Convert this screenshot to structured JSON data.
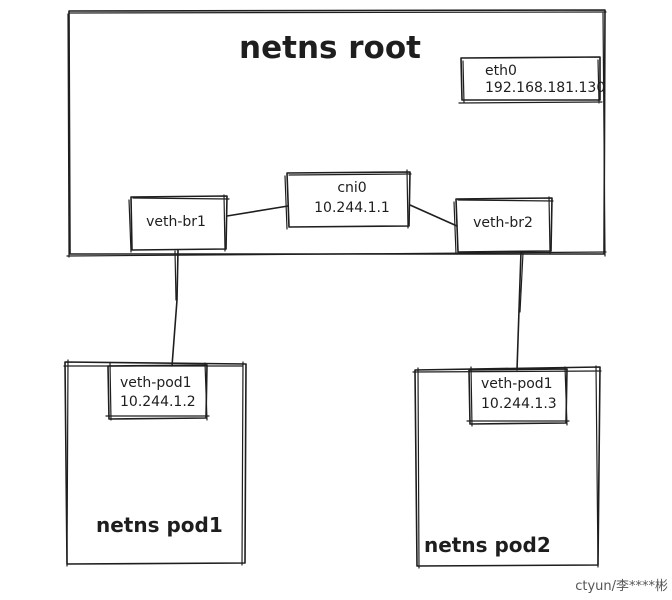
{
  "root_namespace": {
    "title": "netns root",
    "eth0": {
      "name": "eth0",
      "ip": "192.168.181.130"
    },
    "cni0": {
      "name": "cni0",
      "ip": "10.244.1.1"
    },
    "veth_br1": {
      "name": "veth-br1"
    },
    "veth_br2": {
      "name": "veth-br2"
    }
  },
  "pod1": {
    "title": "netns pod1",
    "veth": {
      "name": "veth-pod1",
      "ip": "10.244.1.2"
    }
  },
  "pod2": {
    "title": "netns pod2",
    "veth": {
      "name": "veth-pod1",
      "ip": "10.244.1.3"
    }
  },
  "watermark": "ctyun/李****彬"
}
